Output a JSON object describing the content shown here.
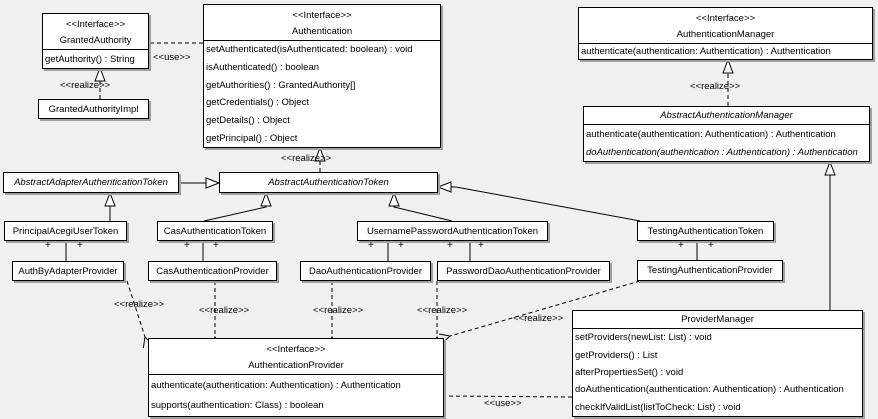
{
  "diagram": {
    "colors": {
      "background": "#f0f0f0",
      "box_fill": "#ffffff",
      "line": "#000000",
      "shadow": "#a0a0a0"
    }
  },
  "labels": {
    "use": "<<use>>",
    "realize": "<<realize>>",
    "plus": "+"
  },
  "classes": {
    "granted_authority": {
      "stereotype": "<<Interface>>",
      "name": "GrantedAuthority",
      "methods": [
        "getAuthority() : String"
      ]
    },
    "granted_authority_impl": {
      "name": "GrantedAuthorityImpl"
    },
    "authentication": {
      "stereotype": "<<Interface>>",
      "name": "Authentication",
      "methods": [
        "setAuthenticated(isAuthenticated: boolean) : void",
        "isAuthenticated() : boolean",
        "getAuthorities() : GrantedAuthority[]",
        "getCredentials() : Object",
        "getDetails() : Object",
        "getPrincipal() : Object"
      ]
    },
    "authentication_manager": {
      "stereotype": "<<Interface>>",
      "name": "AuthenticationManager",
      "methods": [
        "authenticate(authentication: Authentication) : Authentication"
      ]
    },
    "abstract_authentication_manager": {
      "name": "AbstractAuthenticationManager",
      "abstract": true,
      "methods": [
        "authenticate(authentication: Authentication) : Authentication",
        "doAuthentication(authentication : Authentication) : Authentication"
      ]
    },
    "abstract_adapter_authentication_token": {
      "name": "AbstractAdapterAuthenticationToken",
      "abstract": true
    },
    "abstract_authentication_token": {
      "name": "AbstractAuthenticationToken",
      "abstract": true
    },
    "principal_acegi_user_token": {
      "name": "PrincipalAcegiUserToken"
    },
    "cas_authentication_token": {
      "name": "CasAuthenticationToken"
    },
    "username_password_authentication_token": {
      "name": "UsernamePasswordAuthenticationToken"
    },
    "testing_authentication_token": {
      "name": "TestingAuthenticationToken"
    },
    "auth_by_adapter_provider": {
      "name": "AuthByAdapterProvider"
    },
    "cas_authentication_provider": {
      "name": "CasAuthenticationProvider"
    },
    "dao_authentication_provider": {
      "name": "DaoAuthenticationProvider"
    },
    "password_dao_authentication_provider": {
      "name": "PasswordDaoAuthenticationProvider"
    },
    "testing_authentication_provider": {
      "name": "TestingAuthenticationProvider"
    },
    "authentication_provider": {
      "stereotype": "<<Interface>>",
      "name": "AuthenticationProvider",
      "methods": [
        "authenticate(authentication: Authentication) : Authentication",
        "supports(authentication: Class) : boolean"
      ]
    },
    "provider_manager": {
      "name": "ProviderManager",
      "methods": [
        "setProviders(newList: List) : void",
        "getProviders() : List",
        "afterPropertiesSet() : void",
        "doAuthentication(authentication: Authentication) : Authentication",
        "checkIfValidList(listToCheck: List) : void"
      ]
    }
  }
}
